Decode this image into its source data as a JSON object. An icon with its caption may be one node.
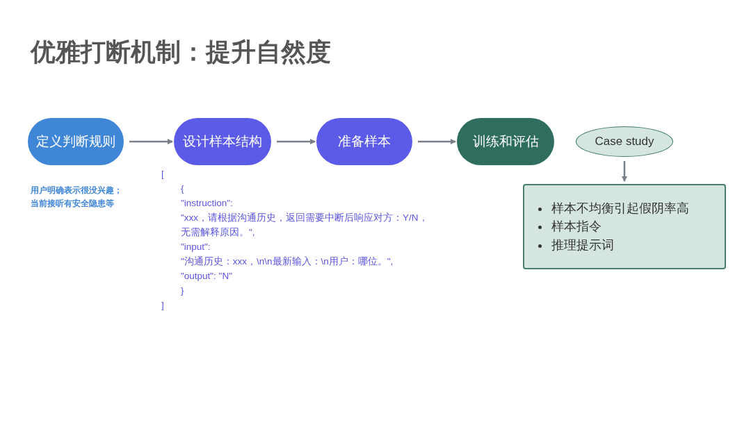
{
  "diagram": {
    "title": "优雅打断机制：提升自然度",
    "nodes": [
      {
        "text": [
          "定义判断规则"
        ]
      },
      {
        "text": [
          "设计样本结构"
        ]
      },
      {
        "text": [
          "准备样本"
        ]
      },
      {
        "text": [
          "训练和评估"
        ]
      },
      {
        "text": [
          "Case study"
        ]
      },
      {
        "text": [
          "样本不均衡引起假阴率高",
          "样本指令",
          "推理提示词"
        ]
      }
    ],
    "edges": [
      {
        "from": 0,
        "to": 1,
        "arrow": "to"
      },
      {
        "from": 1,
        "to": 2,
        "arrow": "to"
      },
      {
        "from": 2,
        "to": 3,
        "arrow": "to"
      },
      {
        "from": 4,
        "to": 5,
        "arrow": "to"
      }
    ],
    "labels": [
      "用户明确表示很没兴趣；",
      "当前接听有安全隐患等",
      "[",
      "{",
      "\"instruction\":",
      "\"xxx，请根据沟通历史，返回需要中断后响应对方：Y/N，无需解释原因。\",",
      "\"input\":",
      "\"沟通历史：xxx，\\n\\n最新输入：\\n用户：哪位。\",",
      "\"output\": \"N\"",
      "}",
      "]"
    ]
  }
}
